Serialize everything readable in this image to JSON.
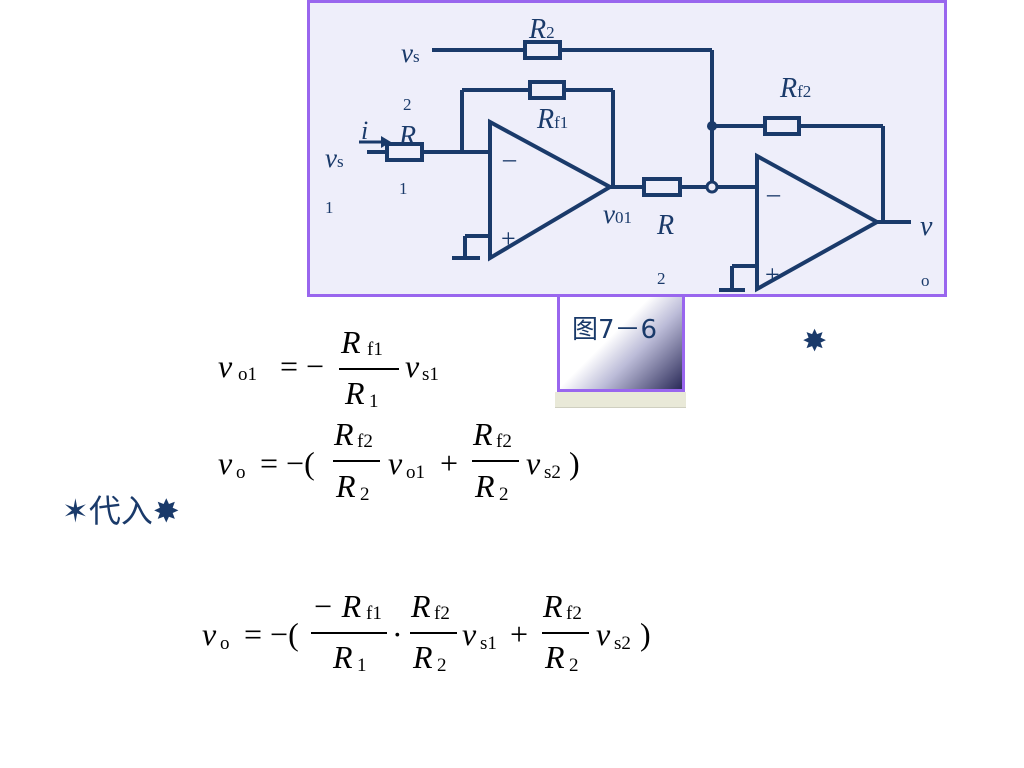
{
  "figure_caption": "图7－6",
  "circuit_labels": {
    "R2_top": {
      "main": "R",
      "sub": "2"
    },
    "vs2": {
      "main": "v",
      "sub": "s",
      "num": "2"
    },
    "Rf1": {
      "main": "R",
      "sub": "f1"
    },
    "Rf2": {
      "main": "R",
      "sub": "f2"
    },
    "i1": "i",
    "R1": {
      "main": "R",
      "num": "1"
    },
    "vs1": {
      "main": "v",
      "sub": "s",
      "num": "1"
    },
    "minus_sign": "–",
    "plus_sign": "+",
    "v01": {
      "main": "v",
      "sub": "01"
    },
    "R2_mid": {
      "main": "R",
      "num": "2"
    },
    "vo": {
      "main": "v",
      "num": "o"
    }
  },
  "substitute_text": "代入",
  "stars": {
    "left": "✶",
    "right": "✸",
    "corner": "✸"
  },
  "equations": {
    "eq1": {
      "lhs": "v",
      "lhs_sub": "o1",
      "op": "= −",
      "num": "R",
      "num_sub": "f1",
      "den": "R",
      "den_sub": "1",
      "tail": "v",
      "tail_sub": "s1"
    },
    "eq2": {
      "lhs": "v",
      "lhs_sub": "o",
      "op": "= −(",
      "num1": "R",
      "num1_sub": "f2",
      "den1": "R",
      "den1_sub": "2",
      "t1": "v",
      "t1_sub": "o1",
      "plus": "+",
      "num2": "R",
      "num2_sub": "f2",
      "den2": "R",
      "den2_sub": "2",
      "t2": "v",
      "t2_sub": "s2",
      "close": ")"
    },
    "eq3": {
      "lhs": "v",
      "lhs_sub": "o",
      "op": "= −(",
      "num1": "− R",
      "num1_sub": "f1",
      "den1": "R",
      "den1_sub": "1",
      "dot": "·",
      "num2": "R",
      "num2_sub": "f2",
      "den2": "R",
      "den2_sub": "2",
      "t1": "v",
      "t1_sub": "s1",
      "plus": "+",
      "num3": "R",
      "num3_sub": "f2",
      "den3": "R",
      "den3_sub": "2",
      "t2": "v",
      "t2_sub": "s2",
      "close": ")"
    }
  },
  "colors": {
    "frame_border": "#9966ee",
    "frame_fill": "#eeeefa",
    "wire": "#1a3a6a",
    "text_accent": "#1a3a6a"
  }
}
